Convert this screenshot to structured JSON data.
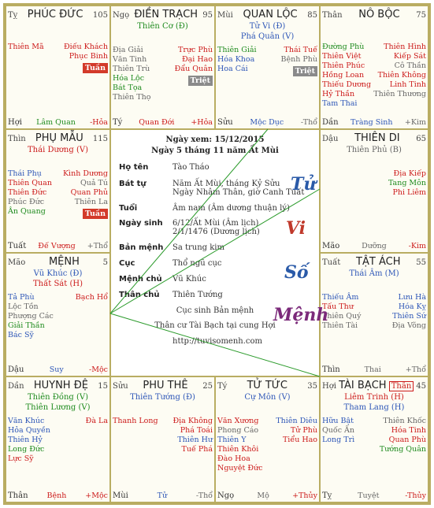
{
  "colors": {
    "red": "#cc1a1a",
    "green": "#1d8a1d",
    "blue": "#2c55b7",
    "gray": "#666666",
    "badge_red": "#d33a2a",
    "badge_gray": "#8a8a8a",
    "border": "#b9ad62"
  },
  "cells": [
    {
      "id": "ty",
      "chi": "Tỵ",
      "name": "PHÚC ĐỨC",
      "num": "105",
      "main": [],
      "left": [
        {
          "t": "Thiên Mã",
          "c": "red"
        }
      ],
      "right": [
        {
          "t": "Điếu Khách",
          "c": "red"
        },
        {
          "t": "Phục Binh",
          "c": "red"
        }
      ],
      "badge": {
        "t": "Tuần",
        "c": "badge_red"
      },
      "foot": {
        "l": "Hợi",
        "lc": "",
        "m": "Lâm Quan",
        "mc": "green",
        "r": "-Hỏa",
        "rc": "red"
      }
    },
    {
      "id": "ngo",
      "chi": "Ngọ",
      "name": "ĐIỀN TRẠCH",
      "num": "95",
      "main": [
        {
          "t": "Thiên Cơ (Đ)",
          "c": "green"
        }
      ],
      "left": [
        {
          "t": "Địa Giải",
          "c": "gray"
        },
        {
          "t": "Văn Tinh",
          "c": "gray"
        },
        {
          "t": "Thiên Trù",
          "c": "gray"
        },
        {
          "t": "Hóa Lộc",
          "c": "green"
        },
        {
          "t": "Bát Tọa",
          "c": "green"
        },
        {
          "t": "Thiên Thọ",
          "c": "gray"
        }
      ],
      "right": [
        {
          "t": "Trực Phù",
          "c": "red"
        },
        {
          "t": "Đại Hao",
          "c": "red"
        },
        {
          "t": "Đẩu Quân",
          "c": "red"
        }
      ],
      "badge": {
        "t": "Triệt",
        "c": "badge_gray"
      },
      "foot": {
        "l": "Tý",
        "lc": "",
        "m": "Quan Đới",
        "mc": "red",
        "r": "+Hỏa",
        "rc": "red"
      }
    },
    {
      "id": "mui",
      "chi": "Mùi",
      "name": "QUAN LỘC",
      "num": "85",
      "main": [
        {
          "t": "Tử Vi (Đ)",
          "c": "blue"
        },
        {
          "t": "Phá Quân (V)",
          "c": "blue"
        }
      ],
      "left": [
        {
          "t": "Thiên Giải",
          "c": "green"
        },
        {
          "t": "Hóa Khoa",
          "c": "blue"
        },
        {
          "t": "Hoa Cái",
          "c": "blue"
        }
      ],
      "right": [
        {
          "t": "Thái Tuế",
          "c": "red"
        },
        {
          "t": "Bệnh Phù",
          "c": "gray"
        }
      ],
      "badge": {
        "t": "Triệt",
        "c": "badge_gray"
      },
      "foot": {
        "l": "Sửu",
        "lc": "",
        "m": "Mộc Dục",
        "mc": "blue",
        "r": "-Thổ",
        "rc": "gray"
      }
    },
    {
      "id": "than",
      "chi": "Thân",
      "name": "NÔ BỘC",
      "num": "75",
      "main": [],
      "left": [
        {
          "t": "Đường Phù",
          "c": "green"
        },
        {
          "t": "Thiên Việt",
          "c": "red"
        },
        {
          "t": "Thiên Phúc",
          "c": "red"
        },
        {
          "t": "Hồng Loan",
          "c": "red"
        },
        {
          "t": "Thiếu Dương",
          "c": "red"
        },
        {
          "t": "Hỷ Thần",
          "c": "red"
        },
        {
          "t": "Tam Thai",
          "c": "blue"
        }
      ],
      "right": [
        {
          "t": "Thiên Hình",
          "c": "red"
        },
        {
          "t": "Kiếp Sát",
          "c": "red"
        },
        {
          "t": "Cô Thần",
          "c": "gray"
        },
        {
          "t": "Thiên Không",
          "c": "red"
        },
        {
          "t": "Linh Tinh",
          "c": "red"
        },
        {
          "t": "Thiên Thương",
          "c": "gray"
        }
      ],
      "badge": null,
      "foot": {
        "l": "Dần",
        "lc": "",
        "m": "Tràng Sinh",
        "mc": "blue",
        "r": "+Kim",
        "rc": "gray"
      }
    },
    {
      "id": "thin",
      "chi": "Thìn",
      "name": "PHỤ MẪU",
      "num": "115",
      "main": [
        {
          "t": "Thái Dương (V)",
          "c": "red"
        }
      ],
      "left": [
        {
          "t": "Thái Phụ",
          "c": "blue"
        },
        {
          "t": "Thiên Quan",
          "c": "red"
        },
        {
          "t": "Thiên Đức",
          "c": "red"
        },
        {
          "t": "Phúc Đức",
          "c": "gray"
        },
        {
          "t": "Ân Quang",
          "c": "green"
        }
      ],
      "right": [
        {
          "t": "Kình Dương",
          "c": "red"
        },
        {
          "t": "Quả Tú",
          "c": "gray"
        },
        {
          "t": "Quan Phủ",
          "c": "red"
        },
        {
          "t": "Thiên La",
          "c": "gray"
        }
      ],
      "badge": {
        "t": "Tuần",
        "c": "badge_red"
      },
      "foot": {
        "l": "Tuất",
        "lc": "",
        "m": "Đế Vượng",
        "mc": "red",
        "r": "+Thổ",
        "rc": "gray"
      }
    },
    {
      "id": "dau",
      "chi": "Dậu",
      "name": "THIÊN DI",
      "num": "65",
      "main": [
        {
          "t": "Thiên Phủ (B)",
          "c": "gray"
        }
      ],
      "left": [],
      "right": [
        {
          "t": "Địa Kiếp",
          "c": "red"
        },
        {
          "t": "Tang Môn",
          "c": "green"
        },
        {
          "t": "Phi Liêm",
          "c": "red"
        }
      ],
      "badge": null,
      "foot": {
        "l": "Mão",
        "lc": "",
        "m": "Dưỡng",
        "mc": "gray",
        "r": "-Kim",
        "rc": "red"
      }
    },
    {
      "id": "mao",
      "chi": "Mão",
      "name": "MỆNH",
      "num": "5",
      "main": [
        {
          "t": "Vũ Khúc (Đ)",
          "c": "blue"
        },
        {
          "t": "Thất Sát (H)",
          "c": "red"
        }
      ],
      "left": [
        {
          "t": "Tả Phù",
          "c": "blue"
        },
        {
          "t": "Lộc Tồn",
          "c": "gray"
        },
        {
          "t": "Phượng Các",
          "c": "gray"
        },
        {
          "t": "Giải Thần",
          "c": "green"
        },
        {
          "t": "Bác Sỹ",
          "c": "blue"
        }
      ],
      "right": [
        {
          "t": "Bạch Hổ",
          "c": "red"
        }
      ],
      "badge": null,
      "foot": {
        "l": "Dậu",
        "lc": "",
        "m": "Suy",
        "mc": "blue",
        "r": "-Mộc",
        "rc": "red"
      }
    },
    {
      "id": "tuat",
      "chi": "Tuất",
      "name": "TẬT ÁCH",
      "num": "55",
      "main": [
        {
          "t": "Thái Âm (M)",
          "c": "blue"
        }
      ],
      "left": [
        {
          "t": "Thiếu Âm",
          "c": "blue"
        },
        {
          "t": "Tấu Thư",
          "c": "red"
        },
        {
          "t": "Thiên Quý",
          "c": "gray"
        },
        {
          "t": "Thiên Tài",
          "c": "gray"
        }
      ],
      "right": [
        {
          "t": "Lưu Hà",
          "c": "blue"
        },
        {
          "t": "Hóa Kỵ",
          "c": "blue"
        },
        {
          "t": "Thiên Sứ",
          "c": "blue"
        },
        {
          "t": "Địa Võng",
          "c": "gray"
        }
      ],
      "badge": null,
      "foot": {
        "l": "Thìn",
        "lc": "",
        "m": "Thai",
        "mc": "gray",
        "r": "+Thổ",
        "rc": "gray"
      }
    },
    {
      "id": "dan",
      "chi": "Dần",
      "name": "HUYNH ĐỆ",
      "num": "15",
      "main": [
        {
          "t": "Thiên Đồng (V)",
          "c": "green"
        },
        {
          "t": "Thiên Lương (V)",
          "c": "green"
        }
      ],
      "left": [
        {
          "t": "Văn Khúc",
          "c": "blue"
        },
        {
          "t": "Hỏa Quyền",
          "c": "blue"
        },
        {
          "t": "Thiên Hỷ",
          "c": "blue"
        },
        {
          "t": "Long Đức",
          "c": "green"
        },
        {
          "t": "Lực Sỹ",
          "c": "red"
        }
      ],
      "right": [
        {
          "t": "Đà La",
          "c": "red"
        }
      ],
      "badge": null,
      "foot": {
        "l": "Thân",
        "lc": "",
        "m": "Bệnh",
        "mc": "red",
        "r": "+Mộc",
        "rc": "red"
      }
    },
    {
      "id": "suu",
      "chi": "Sửu",
      "name": "PHU THÊ",
      "num": "25",
      "main": [
        {
          "t": "Thiên Tướng (Đ)",
          "c": "blue"
        }
      ],
      "left": [
        {
          "t": "Thanh Long",
          "c": "red"
        }
      ],
      "right": [
        {
          "t": "Địa Không",
          "c": "red"
        },
        {
          "t": "Phá Toái",
          "c": "red"
        },
        {
          "t": "Thiên Hư",
          "c": "blue"
        },
        {
          "t": "Tuế Phá",
          "c": "red"
        }
      ],
      "badge": null,
      "foot": {
        "l": "Mùi",
        "lc": "",
        "m": "Tử",
        "mc": "blue",
        "r": "-Thổ",
        "rc": "gray"
      }
    },
    {
      "id": "ty2",
      "chi": "Tý",
      "name": "TỬ TỨC",
      "num": "35",
      "main": [
        {
          "t": "Cự Môn (V)",
          "c": "blue"
        }
      ],
      "left": [
        {
          "t": "Văn Xương",
          "c": "red"
        },
        {
          "t": "Phong Cáo",
          "c": "gray"
        },
        {
          "t": "Thiên Y",
          "c": "blue"
        },
        {
          "t": "Thiên Khôi",
          "c": "red"
        },
        {
          "t": "Đào Hoa",
          "c": "red"
        },
        {
          "t": "Nguyệt Đức",
          "c": "red"
        }
      ],
      "right": [
        {
          "t": "Thiên Diêu",
          "c": "blue"
        },
        {
          "t": "Tử Phù",
          "c": "red"
        },
        {
          "t": "Tiểu Hao",
          "c": "red"
        }
      ],
      "badge": null,
      "foot": {
        "l": "Ngọ",
        "lc": "",
        "m": "Mộ",
        "mc": "gray",
        "r": "+Thủy",
        "rc": "red"
      }
    },
    {
      "id": "hoi",
      "chi": "Hợi",
      "name": "TÀI BẠCH",
      "num": "45",
      "main": [
        {
          "t": "Liêm Trinh (H)",
          "c": "red"
        },
        {
          "t": "Tham Lang (H)",
          "c": "blue"
        }
      ],
      "left": [
        {
          "t": "Hữu Bật",
          "c": "blue"
        },
        {
          "t": "Quốc Ấn",
          "c": "gray"
        },
        {
          "t": "Long Trì",
          "c": "blue"
        }
      ],
      "right": [
        {
          "t": "Thiên Khốc",
          "c": "gray"
        },
        {
          "t": "Hóa Tinh",
          "c": "red"
        },
        {
          "t": "Quan Phù",
          "c": "red"
        },
        {
          "t": "Tướng Quân",
          "c": "green"
        }
      ],
      "badge": null,
      "than_tag": "Thân",
      "foot": {
        "l": "Tỵ",
        "lc": "",
        "m": "Tuyệt",
        "mc": "gray",
        "r": "-Thủy",
        "rc": "red"
      }
    }
  ],
  "center": {
    "title1": "Ngày xem: 15/12/2015",
    "title2": "Ngày 5 tháng 11 năm Ất Mùi",
    "rows": [
      {
        "label": "Họ tên",
        "value": "Tào Tháo"
      },
      {
        "label": "Bát tự",
        "value": "Năm Ất Mùi, tháng Kỷ Sửu\nNgày Nhâm Thân, giờ Canh Tuất"
      },
      {
        "label": "Tuổi",
        "value": "Âm nam (Âm dương thuận lý)"
      },
      {
        "label": "Ngày sinh",
        "value": "6/12/Ất Mùi (Âm lịch)\n2/1/1476 (Dương lịch)"
      },
      {
        "label": "Bản mệnh",
        "value": "Sa trung kim"
      },
      {
        "label": "Cục",
        "value": "Thổ ngũ cục"
      },
      {
        "label": "Mệnh chủ",
        "value": "Vũ Khúc"
      },
      {
        "label": "Thân chủ",
        "value": "Thiên Tướng"
      }
    ],
    "line1": "Cục sinh Bản mệnh",
    "line2": "Thân cư Tài Bạch tại cung Hợi",
    "line3": "http://tuvisomenh.com",
    "calligraphy": [
      "Tử",
      "Vi",
      "Số",
      "Mệnh"
    ]
  }
}
